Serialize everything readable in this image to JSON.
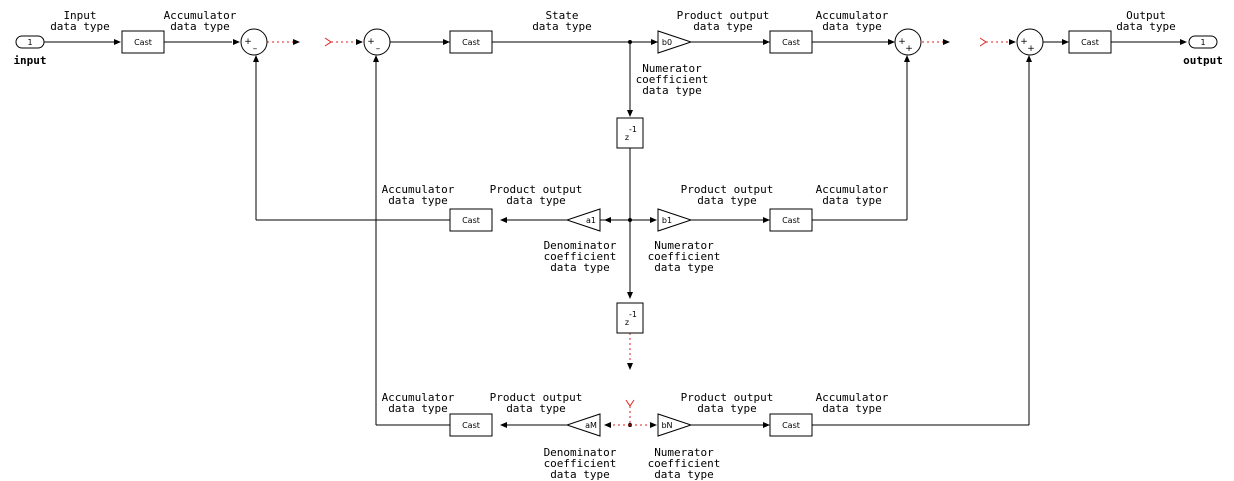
{
  "ports": {
    "input_num": "1",
    "input_label": "input",
    "output_num": "1",
    "output_label": "output"
  },
  "blocks": {
    "cast": "Cast",
    "delay_main": "z",
    "delay_exp": "-1",
    "delay_sign": "·",
    "b0": "b0",
    "b1": "b1",
    "bN": "bN",
    "a1": "a1",
    "aM": "aM"
  },
  "signs": {
    "plus": "+",
    "minus": "–"
  },
  "labels": {
    "input_type": [
      "Input",
      "data type"
    ],
    "acc_type": [
      "Accumulator",
      "data type"
    ],
    "state_type": [
      "State",
      "data type"
    ],
    "prod_type": [
      "Product output",
      "data type"
    ],
    "output_type": [
      "Output",
      "data type"
    ],
    "num_coeff": [
      "Numerator",
      "coefficient",
      "data type"
    ],
    "den_coeff": [
      "Denominator",
      "coefficient",
      "data type"
    ]
  }
}
